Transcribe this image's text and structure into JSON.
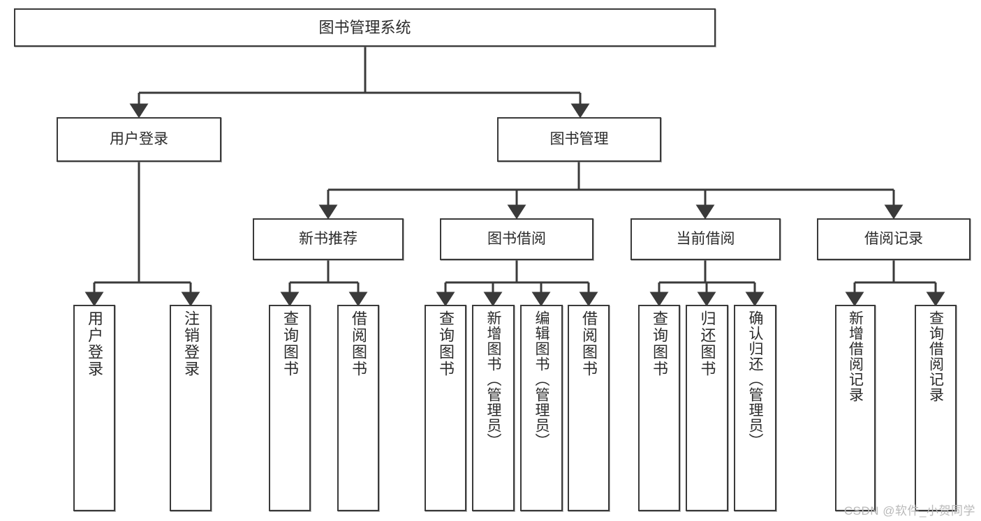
{
  "diagram": {
    "title": "图书管理系统",
    "type": "tree-hierarchy-chart",
    "root": {
      "label": "图书管理系统"
    },
    "level2": [
      {
        "label": "用户登录"
      },
      {
        "label": "图书管理"
      }
    ],
    "level3": [
      {
        "label": "新书推荐"
      },
      {
        "label": "图书借阅"
      },
      {
        "label": "当前借阅"
      },
      {
        "label": "借阅记录"
      }
    ],
    "leaves": {
      "user_login": [
        {
          "label": "用户登录"
        },
        {
          "label": "注销登录"
        }
      ],
      "new_book_recommend": [
        {
          "label": "查询图书"
        },
        {
          "label": "借阅图书"
        }
      ],
      "book_borrow": [
        {
          "label": "查询图书"
        },
        {
          "label": "新增图书（管理员）"
        },
        {
          "label": "编辑图书（管理员）"
        },
        {
          "label": "借阅图书"
        }
      ],
      "current_borrow": [
        {
          "label": "查询图书"
        },
        {
          "label": "归还图书"
        },
        {
          "label": "确认归还（管理员）"
        }
      ],
      "borrow_record": [
        {
          "label": "新增借阅记录"
        },
        {
          "label": "查询借阅记录"
        }
      ]
    }
  },
  "watermark": {
    "text": "CSDN @软件_小贺同学"
  },
  "colors": {
    "border": "#3a3a3a",
    "text": "#2b2b2b",
    "background": "#ffffff",
    "watermark": "#b9b9b9"
  }
}
